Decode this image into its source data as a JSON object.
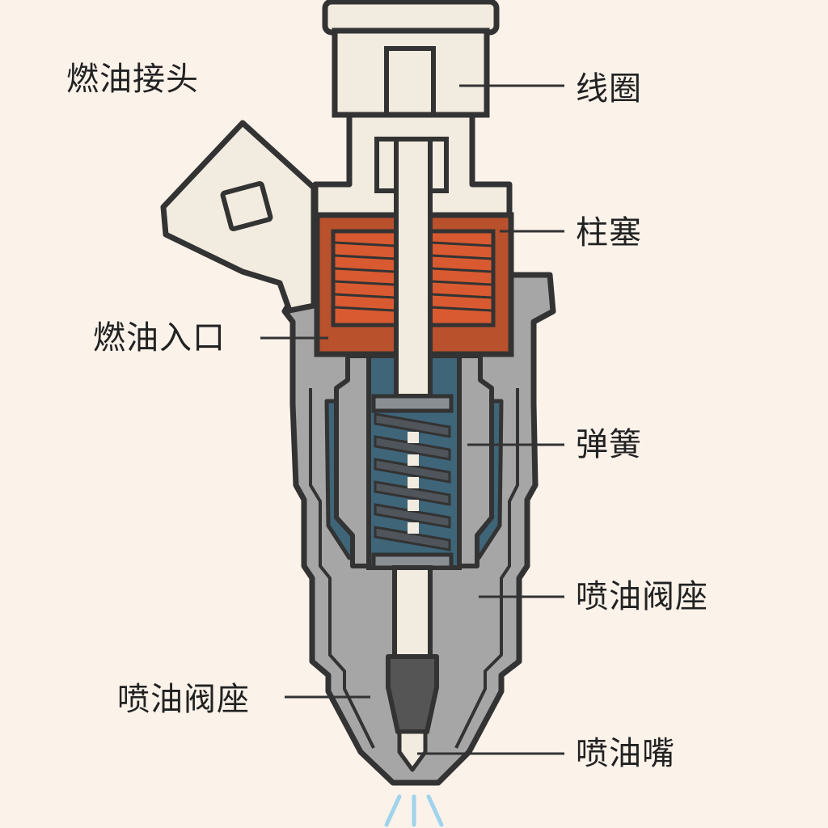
{
  "labels": {
    "fuel_connector": "燃油接头",
    "coil": "线圈",
    "plunger": "柱塞",
    "fuel_inlet": "燃油入口",
    "spring": "弹簧",
    "seat_right": "喷油阀座",
    "seat_left": "喷油阀座",
    "nozzle": "喷油嘴"
  },
  "colors": {
    "background": "#fbf2ea",
    "outline": "#333333",
    "cream": "#f2ebe0",
    "housing": "#a7a6a6",
    "coil_copper": "#d95a30",
    "coil_frame": "#b8512c",
    "fuel_blue": "#3f6579",
    "spring_gray": "#4f555a",
    "needle_gray": "#555555",
    "spray": "#9fd4ec"
  }
}
